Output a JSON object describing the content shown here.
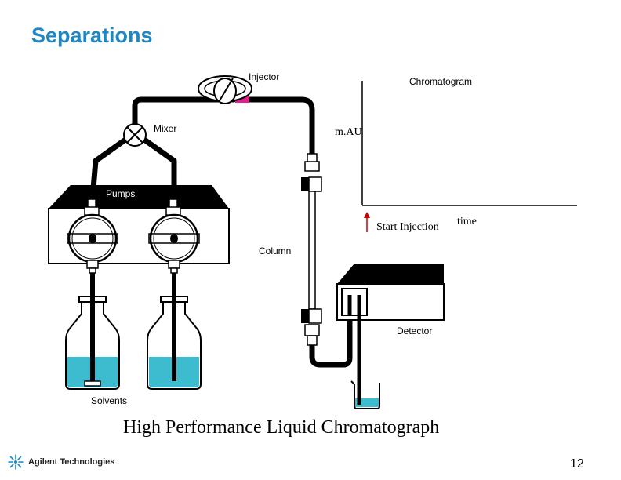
{
  "slide": {
    "title": "Separations",
    "caption": "High Performance Liquid Chromatograph",
    "page_number": "12"
  },
  "diagram": {
    "labels": {
      "injector": "Injector",
      "chromatogram": "Chromatogram",
      "mixer": "Mixer",
      "mau": "m.AU",
      "pumps": "Pumps",
      "start_injection": "Start Injection",
      "time": "time",
      "column": "Column",
      "detector": "Detector",
      "solvents": "Solvents"
    }
  },
  "branding": {
    "company": "Agilent Technologies",
    "brand_color": "#1f86c2"
  },
  "colors": {
    "solvent": "#3dbcd0",
    "injector_port": "#e0208c",
    "injection_marker": "#cc0000"
  }
}
